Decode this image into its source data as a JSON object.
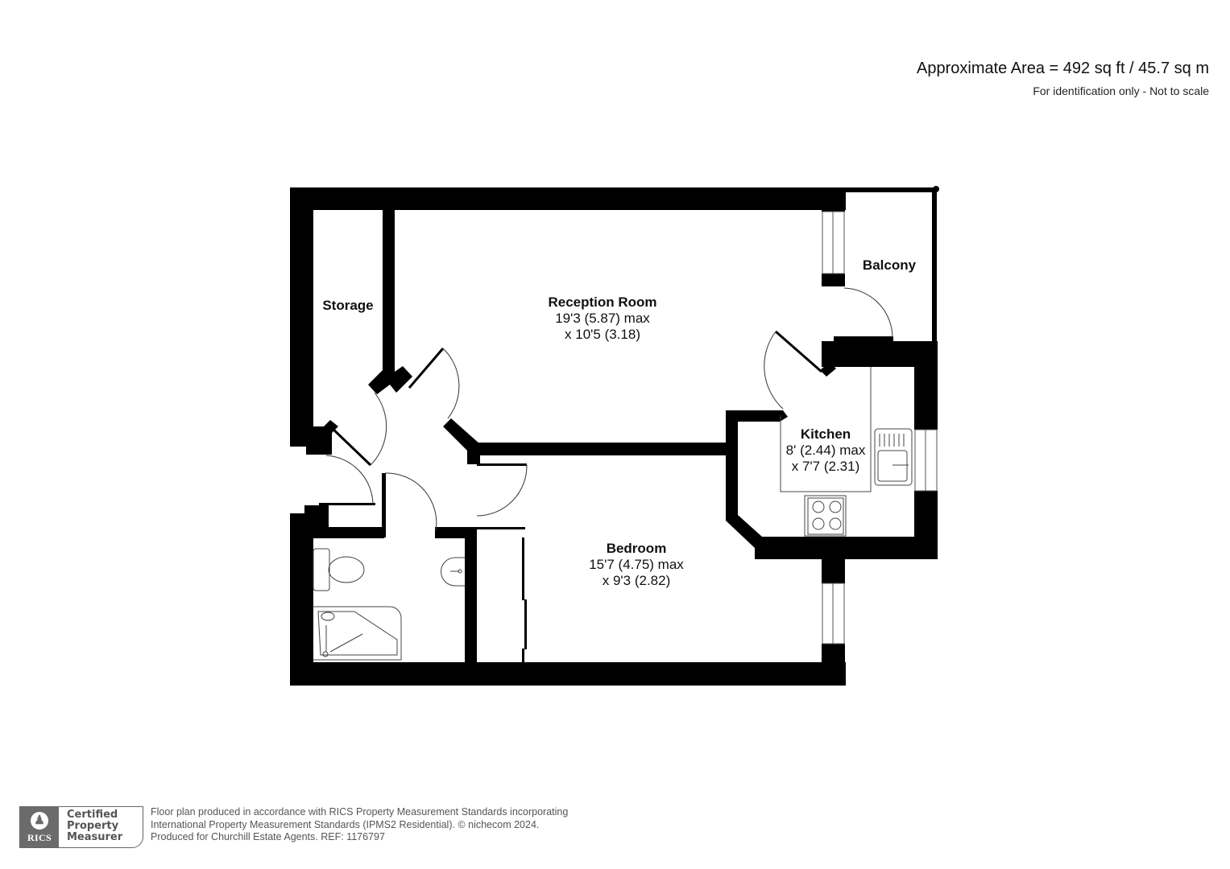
{
  "header": {
    "approximate_area": "Approximate Area = 492 sq ft / 45.7 sq m",
    "disclaimer": "For identification only - Not to scale"
  },
  "rooms": {
    "storage": {
      "name": "Storage"
    },
    "reception": {
      "name": "Reception Room",
      "dim1": "19'3 (5.87) max",
      "dim2": "x 10'5 (3.18)"
    },
    "balcony": {
      "name": "Balcony"
    },
    "kitchen": {
      "name": "Kitchen",
      "dim1": "8' (2.44) max",
      "dim2": "x 7'7 (2.31)"
    },
    "bedroom": {
      "name": "Bedroom",
      "dim1": "15'7 (4.75) max",
      "dim2": "x 9'3 (2.82)"
    }
  },
  "footer": {
    "badge": {
      "org": "RICS",
      "line1": "Certified",
      "line2": "Property",
      "line3": "Measurer"
    },
    "line1": "Floor plan produced in accordance with RICS Property Measurement Standards incorporating",
    "line2": "International Property Measurement Standards (IPMS2 Residential).   © nichecom 2024.",
    "line3": "Produced for Churchill Estate Agents.   REF: 1176797"
  },
  "colors": {
    "wall": "#000000",
    "background": "#ffffff",
    "fixture_stroke": "#444444",
    "footer_text": "#555555"
  }
}
